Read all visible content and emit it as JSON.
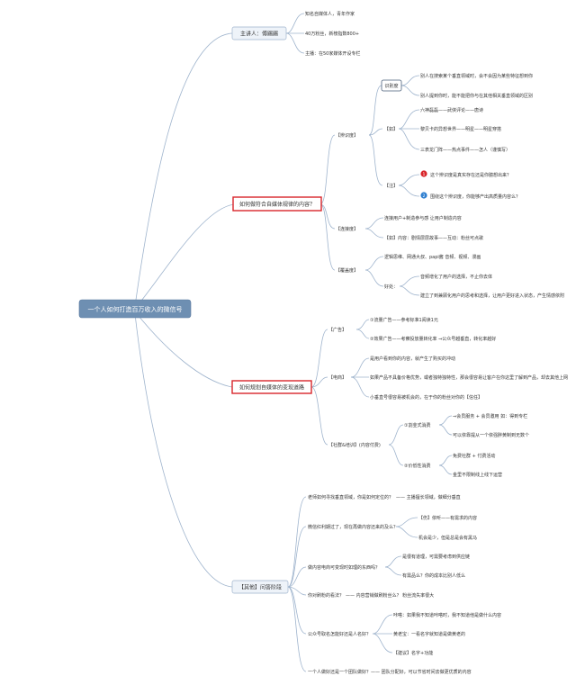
{
  "root": "一个人如何打造百万收入的微信号",
  "speaker": {
    "title": "主讲人：傅踢踢",
    "items": [
      "知名自媒体人，青年作家",
      "40万粉丝，新榜指数800+",
      "主播：在50家媒体开设专栏"
    ]
  },
  "content": {
    "title": "如何做符合自媒体规律的内容？",
    "shibiedu": {
      "label": "【辨识度】",
      "badge": "识别度",
      "badge_items": [
        "别人在搜索某个垂直领域时，会不会因为某些特征想到你",
        "别人提到你时，能不能把你与在其他相关垂直领域的区别"
      ],
      "ru_label": "【如】",
      "ru_items": [
        "六神磊磊——武侠评论——唐诗",
        "黎贝卡的异想世界——明星——明星穿搭",
        "三表龙门阵——热点事件——怎人（谨慎写）"
      ],
      "zhu_label": "【注】",
      "zhu_items": [
        {
          "num": "1",
          "text": "这个辨识度是真实存在还是你臆想出来？"
        },
        {
          "num": "2",
          "text": "围绕这个辨识度，你能够产出高质量内容么？"
        }
      ]
    },
    "lianjie": {
      "label": "【连接度】",
      "items": [
        "连接用户+制造参与感    让用户制造内容",
        "【如】内容：剧情层层故事——互动：粉丝可点歌"
      ]
    },
    "fugai": {
      "label": "【覆盖度】",
      "items": [
        "逻辑思维、网通大叔、papi酱            音频、视频、漫画"
      ],
      "haochu_label": "好处：",
      "haochu_items": [
        "音频增化了用户的选择，不止你去体",
        "建立了到兼顾化用户的思考和选择，让用户更好进入状态，产生情感依附"
      ]
    }
  },
  "monetize": {
    "title": "如何规划自媒体的变现道路",
    "guanggao": {
      "label": "【广告】",
      "items": [
        "①流量广告——参考标准1阅读1元",
        "②效果广告——考察投放量转化率          ⇒公众号越垂直，转化率越好"
      ]
    },
    "dianshang": {
      "label": "【电商】",
      "items": [
        "是用户看到你的内容，就产生了购买的冲动",
        "如果产品不具备价格优势，或者独特独特性，那会很容易让客户在你这里了解到产品，却去其他上网",
        "小垂直号很容易被机会的，在于你的粉丝对你的【信任】"
      ]
    },
    "shequn": {
      "label": "【社群&培训】(内容付费)",
      "one": "①割韭式消费",
      "one_items": [
        "⇒会员服务 + 会员邀用            如：得到专栏",
        "可以依靠提从一个依强胖黄制到无数个"
      ],
      "two": "②价低性消费",
      "two_items": [
        "免费社群 + 付费活动",
        "金里不限制线上线下运营"
      ]
    }
  },
  "qa": {
    "title": "【其他】问答阶段",
    "items": [
      {
        "q": "老师如何寻找垂直领域，你是如何定位的？",
        "a": [
          "——  主播擅长领域，做细分垂直"
        ]
      },
      {
        "q": "微信红利期过了，现在再做内容还来的及么？",
        "a": [
          "【伤】依听——有需求的内容",
          "机会是少，但是总是会有黑马"
        ]
      },
      {
        "q": "做内容电商可变现时如理的东西吗？",
        "a": [
          "是很有道理，可需要考虑到供应链",
          "有需品么？你的成本比别人低么"
        ]
      },
      {
        "q": "你对刷粉的看法？",
        "a": [
          "——  内容营销做刷粉丝么？            粉丝流失率很大"
        ]
      },
      {
        "q": "公众号取名怎能好还是人名好？",
        "a": [
          "咔嗒：如果我不知道咔嗒时，我不知道他是做什么内容",
          "黄老宝：一看名字就知道是做黄老的",
          "【建议】名字+功能"
        ]
      },
      {
        "q": "一个人做好还是一个团队做好？",
        "a": [
          "——  团队分配好，可以节省时间去做更优质的内容"
        ]
      }
    ]
  }
}
